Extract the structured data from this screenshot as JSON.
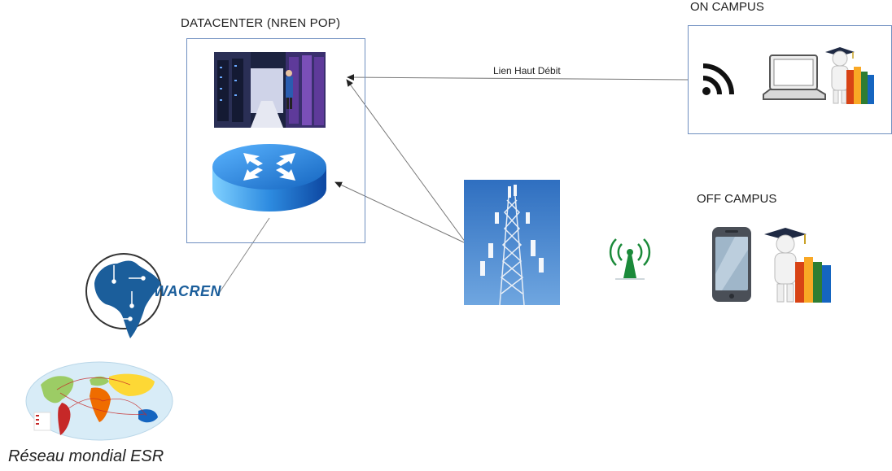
{
  "datacenter": {
    "title": "DATACENTER (NREN POP)"
  },
  "on_campus": {
    "title": "ON CAMPUS"
  },
  "off_campus": {
    "title": "OFF CAMPUS"
  },
  "link": {
    "label": "Lien Haut Débit"
  },
  "wacren": {
    "label": "WACREN"
  },
  "world_network": {
    "caption": "Réseau mondial ESR"
  },
  "colors": {
    "box_border": "#6f8fc0",
    "router_blue": "#1e88e5",
    "antenna_green": "#1b8a3a",
    "wacren_blue": "#1b5e9b"
  }
}
